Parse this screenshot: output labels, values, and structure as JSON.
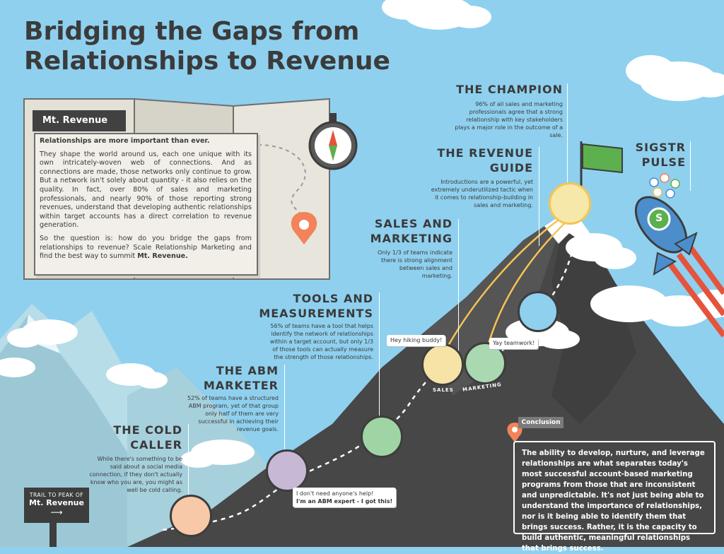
{
  "title": {
    "line1": "Bridging the Gaps from",
    "line2": "Relationships to Revenue"
  },
  "map": {
    "tab": "Mt. Revenue",
    "lead": "Relationships are more important than ever.",
    "paragraph1": "They shape the world around us, each one unique with its own intricately-woven web of connections. And as connections are made, those networks only continue to grow. But a network isn't solely about quantity - it also relies on the quality. In fact, over 80% of sales and marketing professionals, and nearly 90% of those reporting strong revenues, understand that developing authentic relationships within target accounts has a direct correlation to revenue generation.",
    "paragraph2_prefix": "So the question is: how do you bridge the gaps from relationships to revenue? Scale Relationship Marketing and find the best way to summit ",
    "paragraph2_bold": "Mt. Revenue.",
    "icons": [
      "compass-icon",
      "location-pin-icon"
    ]
  },
  "stations": {
    "champion": {
      "heading": "THE CHAMPION",
      "text": "96% of all sales and marketing professionals agree that a strong relationship with key stakeholders plays a major role in the outcome of a sale."
    },
    "revenue_guide": {
      "heading_line1": "THE REVENUE",
      "heading_line2": "GUIDE",
      "text": "Introductions are a powerful, yet extremely underutilized tactic when it comes to relationship-building in sales and marketing."
    },
    "sigstr_pulse": {
      "heading_line1": "SIGSTR",
      "heading_line2": "PULSE"
    },
    "sales_marketing": {
      "heading_line1": "SALES AND",
      "heading_line2": "MARKETING",
      "text": "Only 1/3 of teams indicate there is strong alignment between sales and marketing."
    },
    "tools": {
      "heading_line1": "TOOLS AND",
      "heading_line2": "MEASUREMENTS",
      "text": "56% of teams have a tool that helps identify the network of relationships within a target account, but only 1/3 of those tools can actually measure the strength of those relationships."
    },
    "abm": {
      "heading_line1": "THE ABM",
      "heading_line2": "MARKETER",
      "text": "52% of teams have a structured ABM program, yet of that group only half of them are very successful in achieving their revenue goals."
    },
    "cold_caller": {
      "heading_line1": "THE COLD",
      "heading_line2": "CALLER",
      "text": "While there's something to be said about a social media connection, if they don't actually know who you are, you might as well be cold calling."
    }
  },
  "bubbles": {
    "sales": "Hey hiking buddy!",
    "marketing": "Yay teamwork!",
    "abm_line1": "I don't need anyone's help!",
    "abm_line2": "I'm an ABM expert - I got this!"
  },
  "labels": {
    "sales": "SALES",
    "marketing": "MARKETING"
  },
  "trail_sign": {
    "line1": "TRAIL TO PEAK OF",
    "line2": "Mt. Revenue",
    "arrow": "⟶"
  },
  "conclusion": {
    "tab": "Conclusion",
    "text": "The ability to develop, nurture, and leverage relationships are what separates today's most successful account-based marketing programs from those that are inconsistent and unpredictable. It's not just being able to understand the importance of relationships, nor is it being able to identify them that brings success. Rather, it is the capacity to build authentic, meaningful relationships that brings success."
  },
  "rocket_logo_letter": "S",
  "colors": {
    "sky": "#8fd0ef",
    "mountain_dark": "#474747",
    "mountain_mid": "#5a5a5a",
    "snow": "#ffffff",
    "accent_orange": "#f2835a",
    "flag_green": "#5db04e",
    "rope_yellow": "#f6c453"
  }
}
